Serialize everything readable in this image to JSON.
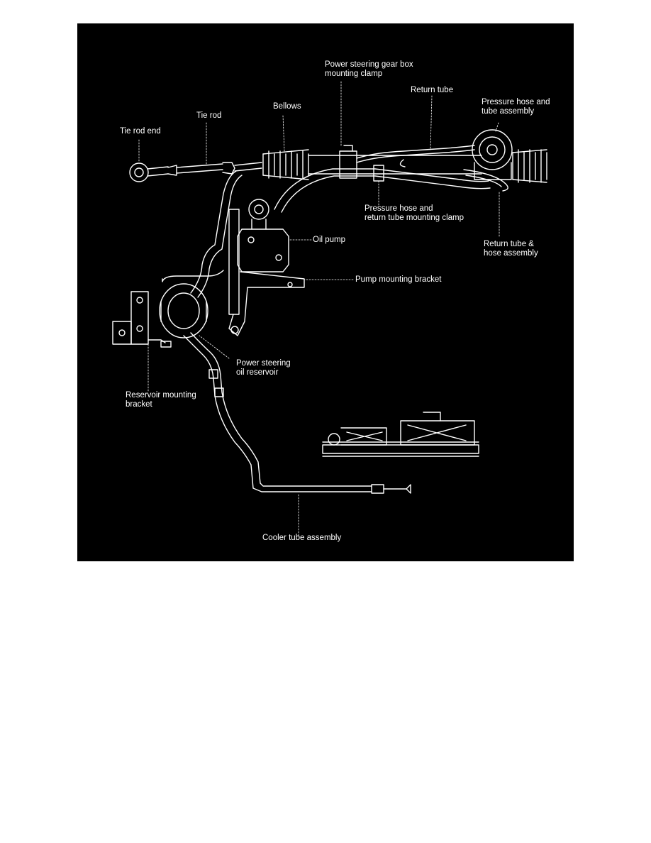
{
  "figure": {
    "background": "#000000",
    "ink": "#ffffff",
    "labels": {
      "tie_rod_end": "Tie rod end",
      "tie_rod": "Tie rod",
      "bellows": "Bellows",
      "gear_box_clamp": [
        "Power steering gear box",
        "mounting clamp"
      ],
      "return_tube": "Return tube",
      "pressure_hose_tube": [
        "Pressure hose and",
        "tube assembly"
      ],
      "pressure_hose_return_clamp": [
        "Pressure hose and",
        "return tube mounting clamp"
      ],
      "oil_pump": "Oil pump",
      "return_tube_hose": [
        "Return tube &",
        "hose assembly"
      ],
      "pump_mounting_bracket": "Pump mounting bracket",
      "oil_reservoir": [
        "Power steering",
        "oil reservoir"
      ],
      "reservoir_bracket": [
        "Reservoir mounting",
        "bracket"
      ],
      "cooler_tube": "Cooler tube assembly"
    }
  }
}
